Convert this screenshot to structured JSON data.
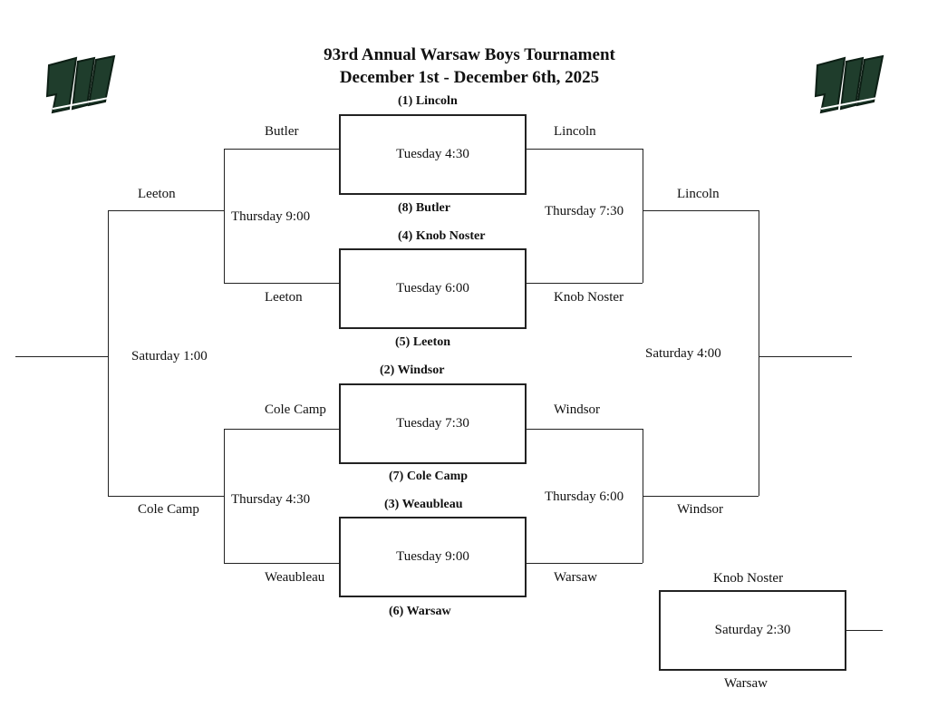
{
  "header": {
    "title_line1": "93rd Annual Warsaw Boys Tournament",
    "title_line2": "December 1st - December 6th, 2025"
  },
  "colors": {
    "logo_green": "#1f3d2c",
    "line": "#222222"
  },
  "icons": {
    "logo": "warsaw-w-logo"
  },
  "seeds": {
    "s1": "(1)  Lincoln",
    "s8": "(8)  Butler",
    "s4": "(4)  Knob Noster",
    "s5": "(5)  Leeton",
    "s2": "(2) Windsor",
    "s7": "(7) Cole Camp",
    "s3": "(3)  Weaubleau",
    "s6": "(6)  Warsaw"
  },
  "games": {
    "g1": "Tuesday 4:30",
    "g2": "Tuesday 6:00",
    "g3": "Tuesday 7:30",
    "g4": "Tuesday 9:00",
    "final": "Saturday 2:30"
  },
  "left": {
    "q1_winner": "Butler",
    "q2_winner": "Leeton",
    "q3_winner": "Cole Camp",
    "q4_winner": "Weaubleau",
    "semi1_time": "Thursday 9:00",
    "semi2_time": "Thursday 4:30",
    "semi1_winner": "Leeton",
    "semi2_winner": "Cole Camp",
    "final_time": "Saturday 1:00"
  },
  "right": {
    "q1_winner": "Lincoln",
    "q2_winner": "Knob Noster",
    "q3_winner": "Windsor",
    "q4_winner": "Warsaw",
    "semi1_time": "Thursday 7:30",
    "semi2_time": "Thursday 6:00",
    "semi1_winner": "Lincoln",
    "semi2_winner": "Windsor",
    "final_time": "Saturday 4:00"
  },
  "consolation": {
    "team_top": "Knob Noster",
    "team_bottom": "Warsaw"
  }
}
